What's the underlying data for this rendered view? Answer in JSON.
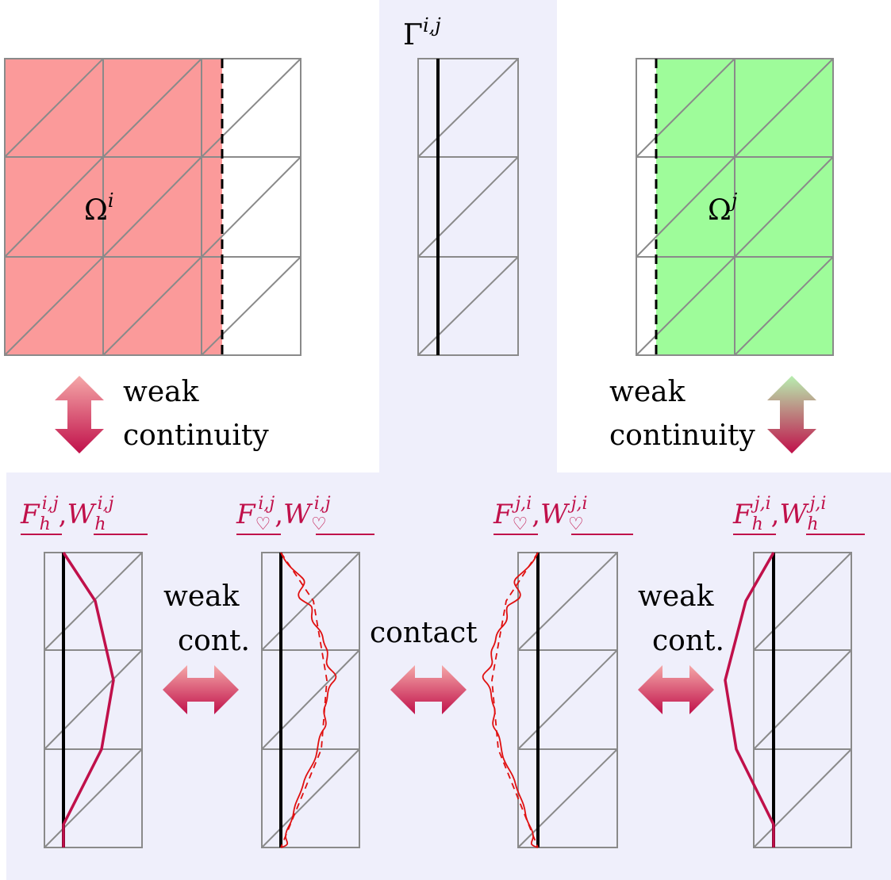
{
  "labels": {
    "omega_i": "Ω",
    "omega_i_sup": "i",
    "omega_j": "Ω",
    "omega_j_sup": "j",
    "gamma": "Γ",
    "gamma_sup": "i,j",
    "weak_left_1": "weak",
    "weak_left_2": "continuity",
    "weak_right_1": "weak",
    "weak_right_2": "continuity",
    "weak_cont_a_1": "weak",
    "weak_cont_a_2": "cont.",
    "contact": "contact",
    "weak_cont_b_1": "weak",
    "weak_cont_b_2": "cont."
  },
  "bottom_titles": [
    {
      "f": "F",
      "f_sub": "h",
      "f_sup": "i,j",
      "w": "W",
      "w_sub": "h",
      "w_sup": "i,j",
      "sep": ","
    },
    {
      "f": "F",
      "f_sub": "♡",
      "f_sup": "i,j",
      "w": "W",
      "w_sub": "♡",
      "w_sup": "i,j",
      "sep": ","
    },
    {
      "f": "F",
      "f_sub": "♡",
      "f_sup": "j,i",
      "w": "W",
      "w_sub": "♡",
      "w_sup": "j,i",
      "sep": ","
    },
    {
      "f": "F",
      "f_sub": "h",
      "f_sup": "j,i",
      "w": "W",
      "w_sub": "h",
      "w_sup": "j,i",
      "sep": ","
    }
  ],
  "colors": {
    "panel_bg": "#efeffb",
    "omega_i_fill": "#fb9a9a",
    "omega_j_fill": "#9efc9a",
    "mesh": "#8a8a8a",
    "crimson": "#c0104a",
    "red": "#e01010"
  }
}
